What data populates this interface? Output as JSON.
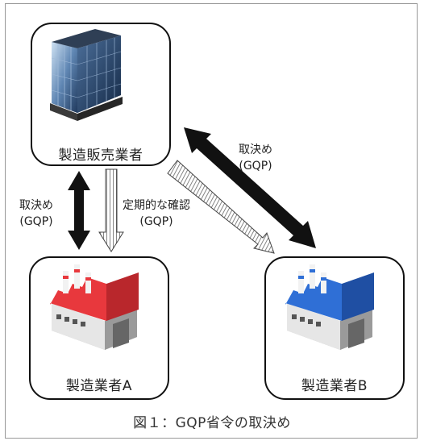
{
  "nodes": {
    "seller": {
      "label": "製造販売業者",
      "icon": "office-building-icon"
    },
    "maker_a": {
      "label": "製造業者A",
      "icon": "factory-icon",
      "roof_color": "#e8383d"
    },
    "maker_b": {
      "label": "製造業者B",
      "icon": "factory-icon",
      "roof_color": "#2f6fd6"
    }
  },
  "edges": {
    "seller_to_a_left": {
      "line1": "取決め",
      "line2": "(GQP)"
    },
    "seller_to_a_right": {
      "line1": "定期的な確認",
      "line2": "(GQP)"
    },
    "seller_to_b": {
      "line1": "取決め",
      "line2": "(GQP)"
    }
  },
  "caption": "図１：GQP省令の取決め"
}
